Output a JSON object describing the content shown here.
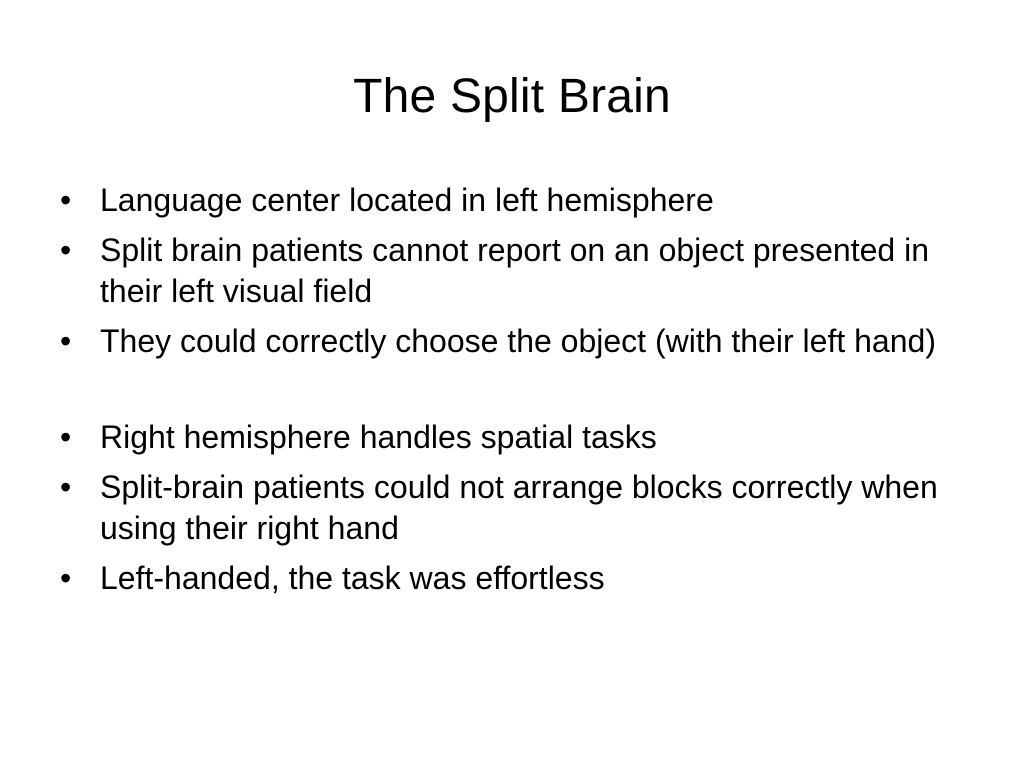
{
  "slide": {
    "title": "The Split Brain",
    "bullet_glyph": "•",
    "bullets": [
      "Language center located in left hemisphere",
      "Split brain patients cannot report on an object presented in their left visual field",
      "They could correctly choose the object (with their left hand)",
      "Right hemisphere handles spatial tasks",
      "Split-brain patients could not arrange blocks correctly when using their right hand",
      "Left-handed, the task was effortless"
    ]
  }
}
